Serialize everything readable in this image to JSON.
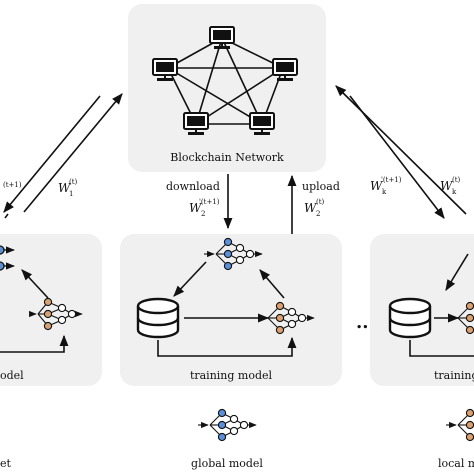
{
  "blockchain": {
    "title": "Blockchain Network"
  },
  "arrows": {
    "left_partial": {
      "sup": "(t+1)"
    },
    "left_up": {
      "base": "W",
      "sub": "1",
      "sup": "(t)"
    },
    "center_down": {
      "label": "download",
      "base": "W",
      "sub": "2",
      "sup": "'(t+1)"
    },
    "center_up": {
      "label": "upload",
      "base": "W",
      "sub": "2",
      "sup": "(t)"
    },
    "right_down": {
      "base": "W",
      "sub": "k",
      "sup": "'(t+1)"
    },
    "right_up": {
      "base": "W",
      "sub": "k",
      "sup": "(t)"
    }
  },
  "panels": {
    "left": {
      "label": "odel"
    },
    "center": {
      "label": "training model"
    },
    "right": {
      "label": "training"
    }
  },
  "ellipsis": "...",
  "legend": {
    "left_partial": "et",
    "global": "global model",
    "local_partial": "local m"
  },
  "colors": {
    "panel_bg": "#f0f0f0",
    "global_node": "#5b8fd9",
    "local_node": "#d9a070",
    "stroke": "#111111"
  }
}
